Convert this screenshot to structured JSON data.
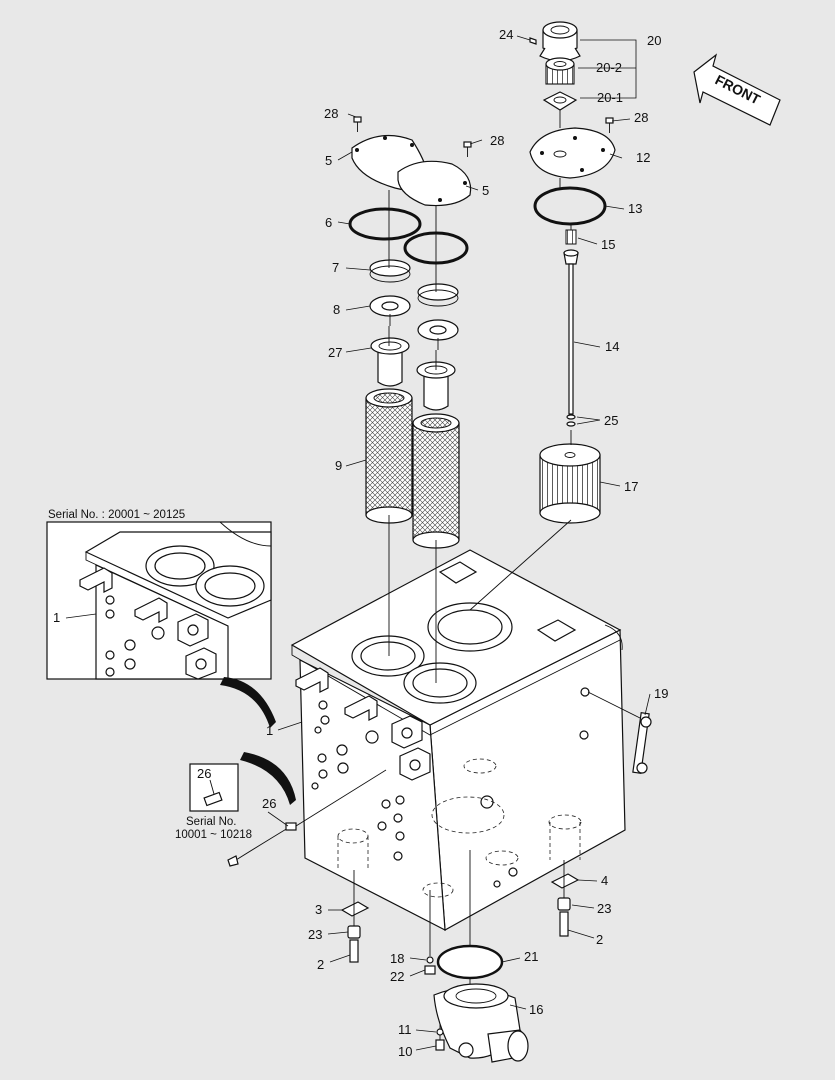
{
  "inset_top": {
    "caption": "Serial No. : 20001 ~ 20125"
  },
  "inset_sensor": {
    "caption_line1": "Serial No.",
    "caption_line2": "10001 ~ 10218",
    "part_number": "26"
  },
  "front_label": "FRONT",
  "callouts": {
    "c24": "24",
    "c20": "20",
    "c20_2": "20-2",
    "c20_1": "20-1",
    "c28_left": "28",
    "c28_mid": "28",
    "c28_right": "28",
    "c5_a": "5",
    "c5_b": "5",
    "c12": "12",
    "c13": "13",
    "c6": "6",
    "c7": "7",
    "c8": "8",
    "c27": "27",
    "c9": "9",
    "c15": "15",
    "c14": "14",
    "c25": "25",
    "c17": "17",
    "c1_inset": "1",
    "c1_main": "1",
    "c19": "19",
    "c26": "26",
    "c4": "4",
    "c23_right": "23",
    "c2_right": "2",
    "c3": "3",
    "c23_left": "23",
    "c2_left": "2",
    "c18": "18",
    "c22": "22",
    "c21": "21",
    "c16": "16",
    "c11": "11",
    "c10": "10"
  }
}
